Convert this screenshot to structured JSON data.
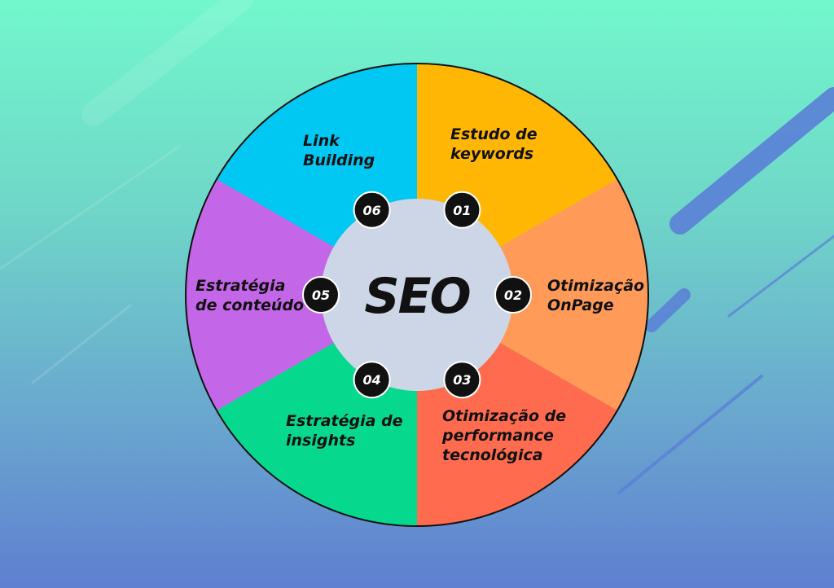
{
  "center": {
    "label": "SEO"
  },
  "segments": [
    {
      "number": "01",
      "lines": [
        "Estudo de",
        "keywords"
      ],
      "color": "#ffb703"
    },
    {
      "number": "02",
      "lines": [
        "Otimização",
        "OnPage"
      ],
      "color": "#ff9a58"
    },
    {
      "number": "03",
      "lines": [
        "Otimização de",
        "performance",
        "tecnológica"
      ],
      "color": "#ff6b4e"
    },
    {
      "number": "04",
      "lines": [
        "Estratégia de",
        "insights"
      ],
      "color": "#06d98e"
    },
    {
      "number": "05",
      "lines": [
        "Estratégia",
        "de conteúdo"
      ],
      "color": "#c466e8"
    },
    {
      "number": "06",
      "lines": [
        "Link",
        "Building"
      ],
      "color": "#00c8f2"
    }
  ],
  "colors": {
    "hub": "#cdd6e6",
    "badge": "#111111",
    "outline": "#111111"
  }
}
